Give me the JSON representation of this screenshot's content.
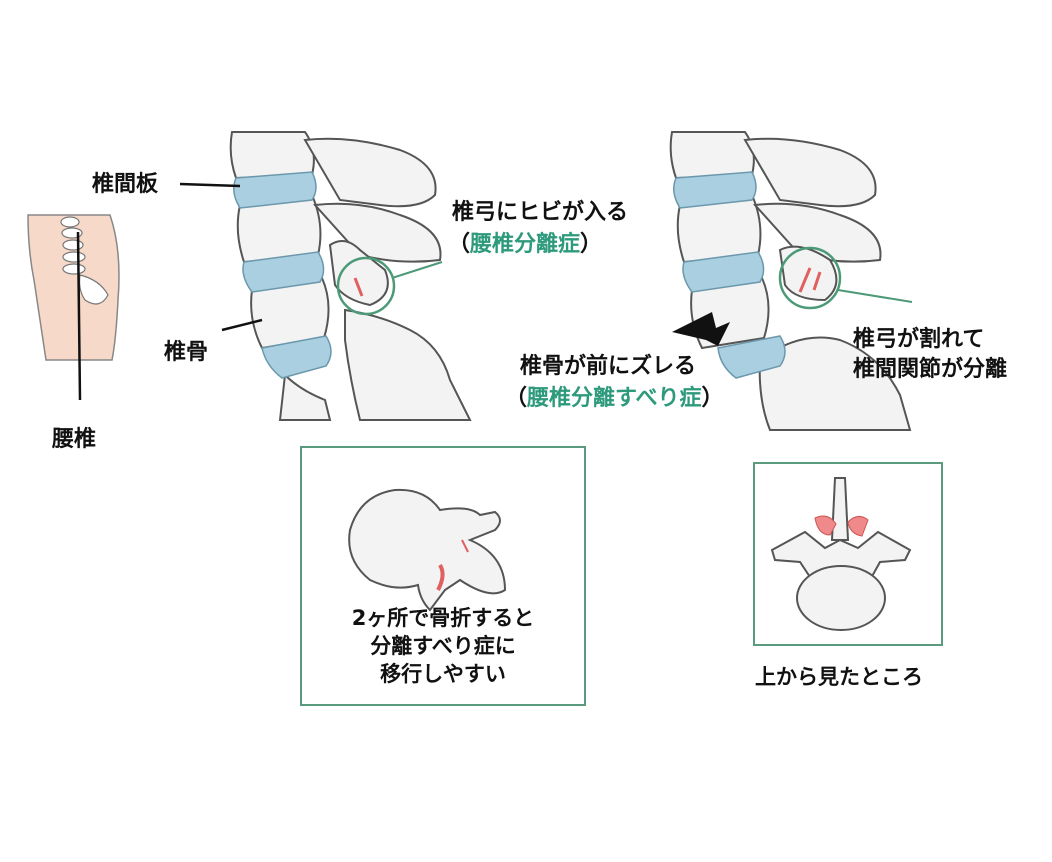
{
  "labels": {
    "disc": "椎間板",
    "vertebra": "椎骨",
    "lumbar": "腰椎",
    "crack_line1": "椎弓にヒビが入る",
    "crack_open": "（",
    "crack_green": "腰椎分離症",
    "crack_close": "）",
    "slip_line1": "椎骨が前にズレる",
    "slip_open": "（",
    "slip_green": "腰椎分離すべり症",
    "slip_close": "）",
    "split_line1": "椎弓が割れて",
    "split_line2": "椎間関節が分離",
    "fracture_line1": "2ヶ所で骨折すると",
    "fracture_line2": "分離すべり症に",
    "fracture_line3": "移行しやすい",
    "top_view": "上から見たところ"
  },
  "colors": {
    "accent_green": "#2e9a7c",
    "disc_blue": "#a9cfe0",
    "crack_red": "#e88a8a",
    "skin": "#f6d9c8",
    "bone": "#f3f3f3"
  }
}
